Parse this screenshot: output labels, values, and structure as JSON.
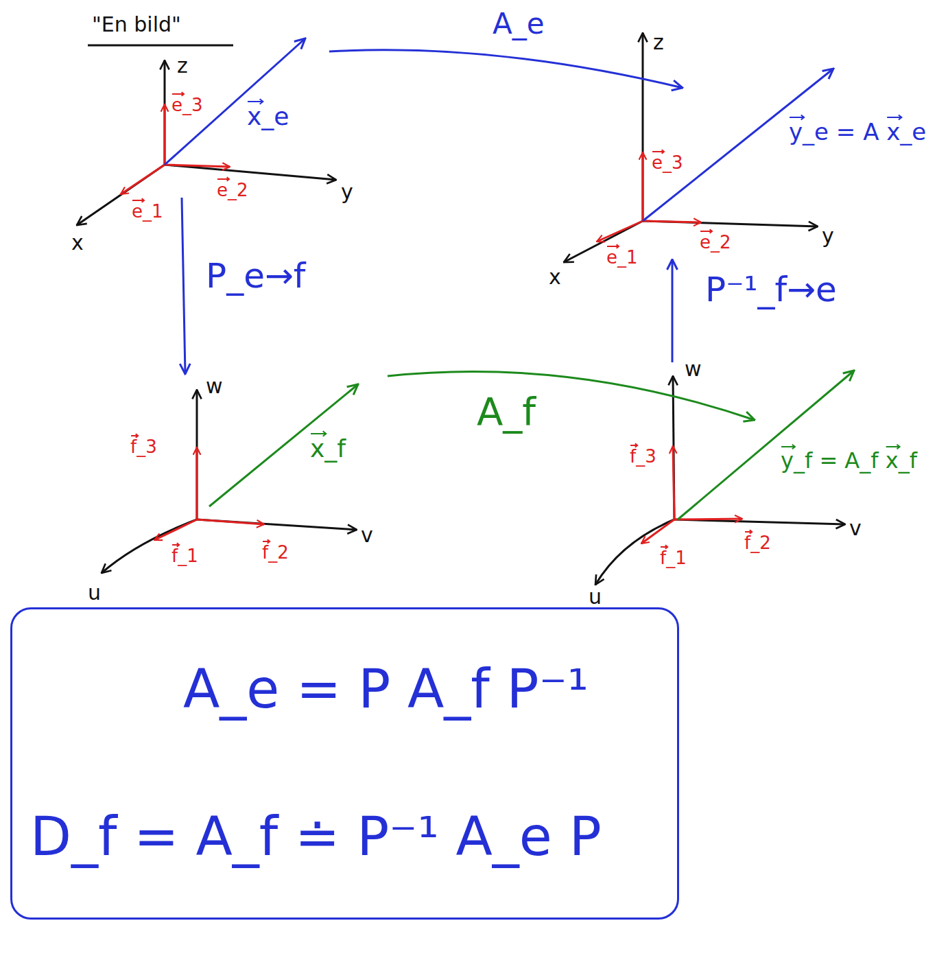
{
  "diagram": {
    "title": "\"En bild\"",
    "nodes": [
      {
        "text": [
          "A_e = P A_f P⁻¹",
          "D_f = A_f ≐ P⁻¹ A_e P"
        ]
      }
    ],
    "labels": [
      "z",
      "e_3",
      "x_e",
      "y",
      "e_1",
      "e_2",
      "x",
      "A_e",
      "z",
      "y_e = A x_e",
      "e_3",
      "y",
      "e_1",
      "e_2",
      "x",
      "P_e→f",
      "P⁻¹_f→e",
      "w",
      "A_f",
      "w",
      "x_f",
      "f_3",
      "f_3",
      "y_f = A_f x_f",
      "v",
      "f_1",
      "f_2",
      "u",
      "v",
      "f_1",
      "f_2",
      "u"
    ]
  }
}
